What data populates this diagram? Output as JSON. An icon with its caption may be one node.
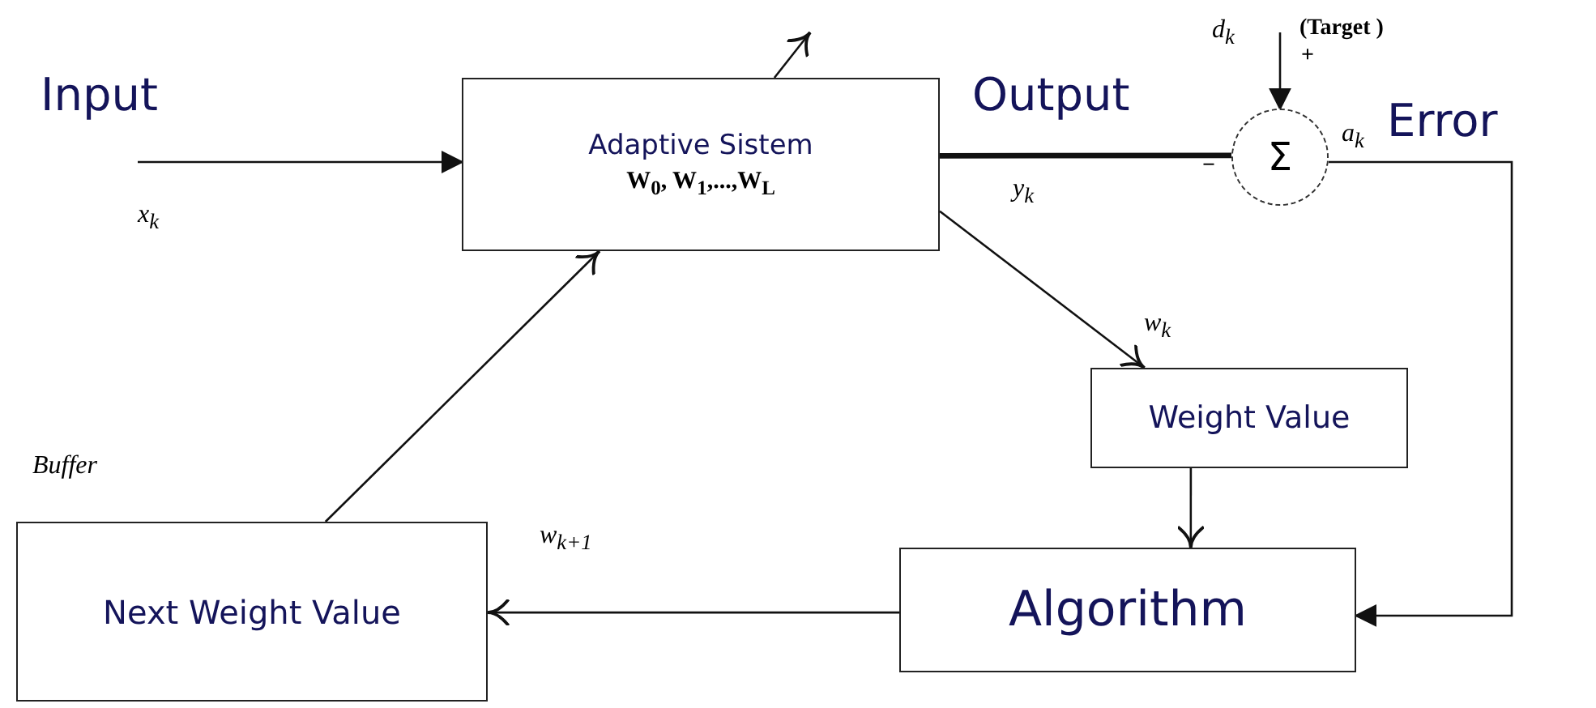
{
  "diagram": {
    "nodes": [
      {
        "text": [
          "Adaptive Sistem",
          "W$_{0}$, W$_{1}$,...,W$_{L}$"
        ]
      },
      {
        "text": [
          "Σ"
        ]
      },
      {
        "text": [
          "Weight Value"
        ]
      },
      {
        "text": [
          "Algorithm"
        ]
      },
      {
        "text": [
          "Next Weight Value"
        ]
      }
    ],
    "edges": [
      {
        "from": null,
        "to": 0,
        "arrow": "to"
      },
      {
        "from": 0,
        "to": 1,
        "arrow": "none",
        "style": "thick"
      },
      {
        "from": null,
        "to": 1,
        "arrow": "to"
      },
      {
        "from": 1,
        "to": 3,
        "arrow": "to"
      },
      {
        "from": 0,
        "to": 2,
        "arrow": "to"
      },
      {
        "from": 2,
        "to": 3,
        "arrow": "to"
      },
      {
        "from": 3,
        "to": 4,
        "arrow": "to"
      },
      {
        "from": 4,
        "to": 0,
        "arrow": "to"
      },
      {
        "from": 0,
        "to": null,
        "arrow": "to"
      }
    ],
    "labels": [
      "Input",
      "x$_{k}$",
      "Output",
      "y$_{k}$",
      "d$_{k}$",
      "(Target )",
      "+",
      "−",
      "a$_{k}$",
      "Error",
      "w$_{k}$",
      "Buffer",
      "w$_{k+1}$"
    ]
  }
}
